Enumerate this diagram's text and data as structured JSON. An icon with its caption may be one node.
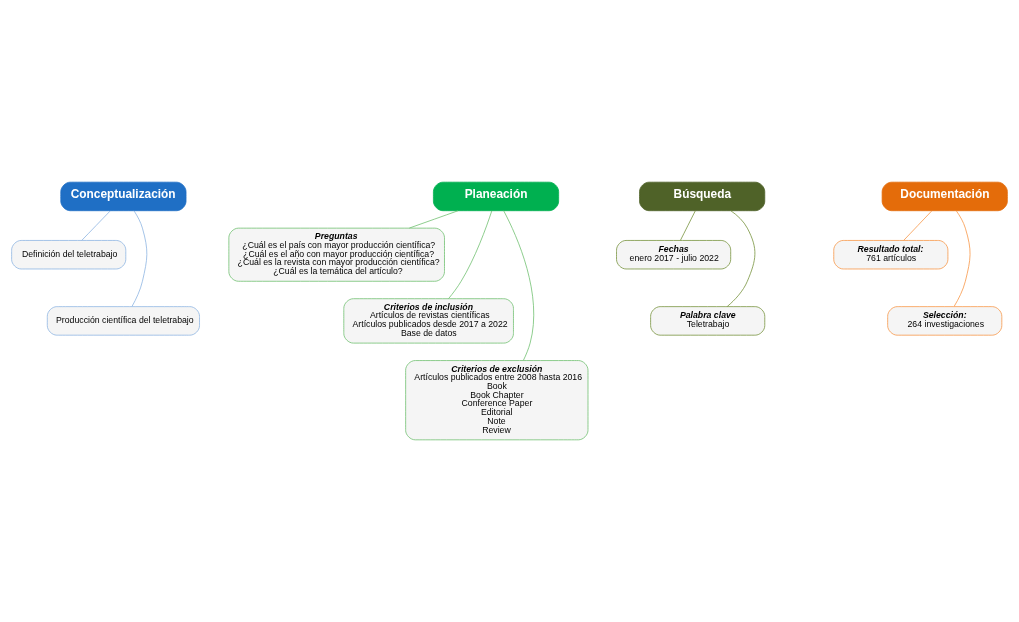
{
  "diagram": {
    "nodes": [
      {
        "text": [
          "Conceptualización"
        ]
      },
      {
        "text": [
          "Definición del teletrabajo"
        ]
      },
      {
        "text": [
          "Producción científica del teletrabajo"
        ]
      },
      {
        "text": [
          "Planeación"
        ]
      },
      {
        "text": [
          "Preguntas",
          "¿Cuál es el país con mayor producción científica?",
          "¿Cuál es el año con mayor producción científica?",
          "¿Cuál es la revista con mayor producción científica?",
          "¿Cuál es la temática del artículo?"
        ]
      },
      {
        "text": [
          "Criterios de inclusión",
          "Artículos de revistas científicas",
          "Artículos publicados desde 2017 a 2022",
          "Base de datos"
        ]
      },
      {
        "text": [
          "Criterios de exclusión",
          "Artículos publicados entre 2008 hasta 2016",
          "Book",
          "Book Chapter",
          "Conference Paper",
          "Editorial",
          "Note",
          "Review"
        ]
      },
      {
        "text": [
          "Búsqueda"
        ]
      },
      {
        "text": [
          "Fechas",
          "enero 2017 - julio 2022"
        ]
      },
      {
        "text": [
          "Palabra clave",
          "Teletrabajo"
        ]
      },
      {
        "text": [
          "Documentación"
        ]
      },
      {
        "text": [
          "Resultado total:",
          "761 artículos"
        ]
      },
      {
        "text": [
          "Selección:",
          "264 investigaciones"
        ]
      }
    ],
    "edges": [
      {
        "from": 0,
        "to": 1,
        "arrow": "none",
        "color": "#8db4e2"
      },
      {
        "from": 0,
        "to": 2,
        "arrow": "none",
        "color": "#8db4e2"
      },
      {
        "from": 3,
        "to": 4,
        "arrow": "none",
        "color": "#70c070"
      },
      {
        "from": 3,
        "to": 5,
        "arrow": "none",
        "color": "#70c070"
      },
      {
        "from": 3,
        "to": 6,
        "arrow": "none",
        "color": "#70c070"
      },
      {
        "from": 7,
        "to": 8,
        "arrow": "none",
        "color": "#76923c"
      },
      {
        "from": 7,
        "to": 9,
        "arrow": "none",
        "color": "#76923c"
      },
      {
        "from": 10,
        "to": 11,
        "arrow": "none",
        "color": "#f79646"
      },
      {
        "from": 10,
        "to": 12,
        "arrow": "none",
        "color": "#f79646"
      }
    ]
  }
}
